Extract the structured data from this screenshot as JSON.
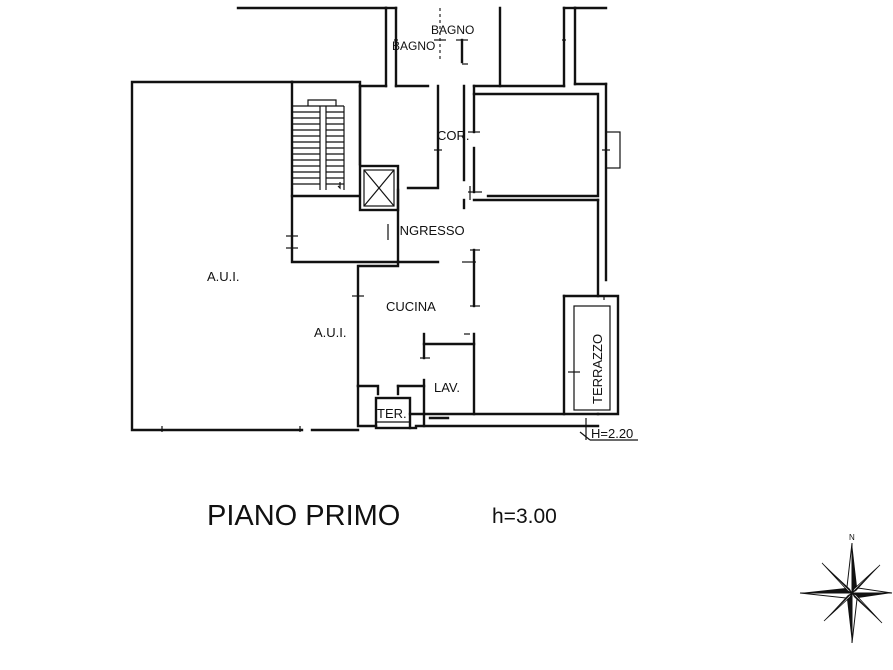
{
  "labels": {
    "bagno_1": "BAGNO",
    "bagno_2": "BAGNO",
    "corridoio": "COR.",
    "ingresso": "INGRESSO",
    "aui_left": "A.U.I.",
    "aui_center": "A.U.I.",
    "cucina": "CUCINA",
    "lavanderia": "LAV.",
    "terrazzino": "TER.",
    "terrazzo": "TERRAZZO",
    "terrazzo_height": "H=2.20"
  },
  "title": {
    "floor_name": "PIANO PRIMO",
    "ceiling_height": "h=3.00"
  },
  "compass": {
    "north_letter": "N",
    "icon": "compass-rose-icon"
  }
}
